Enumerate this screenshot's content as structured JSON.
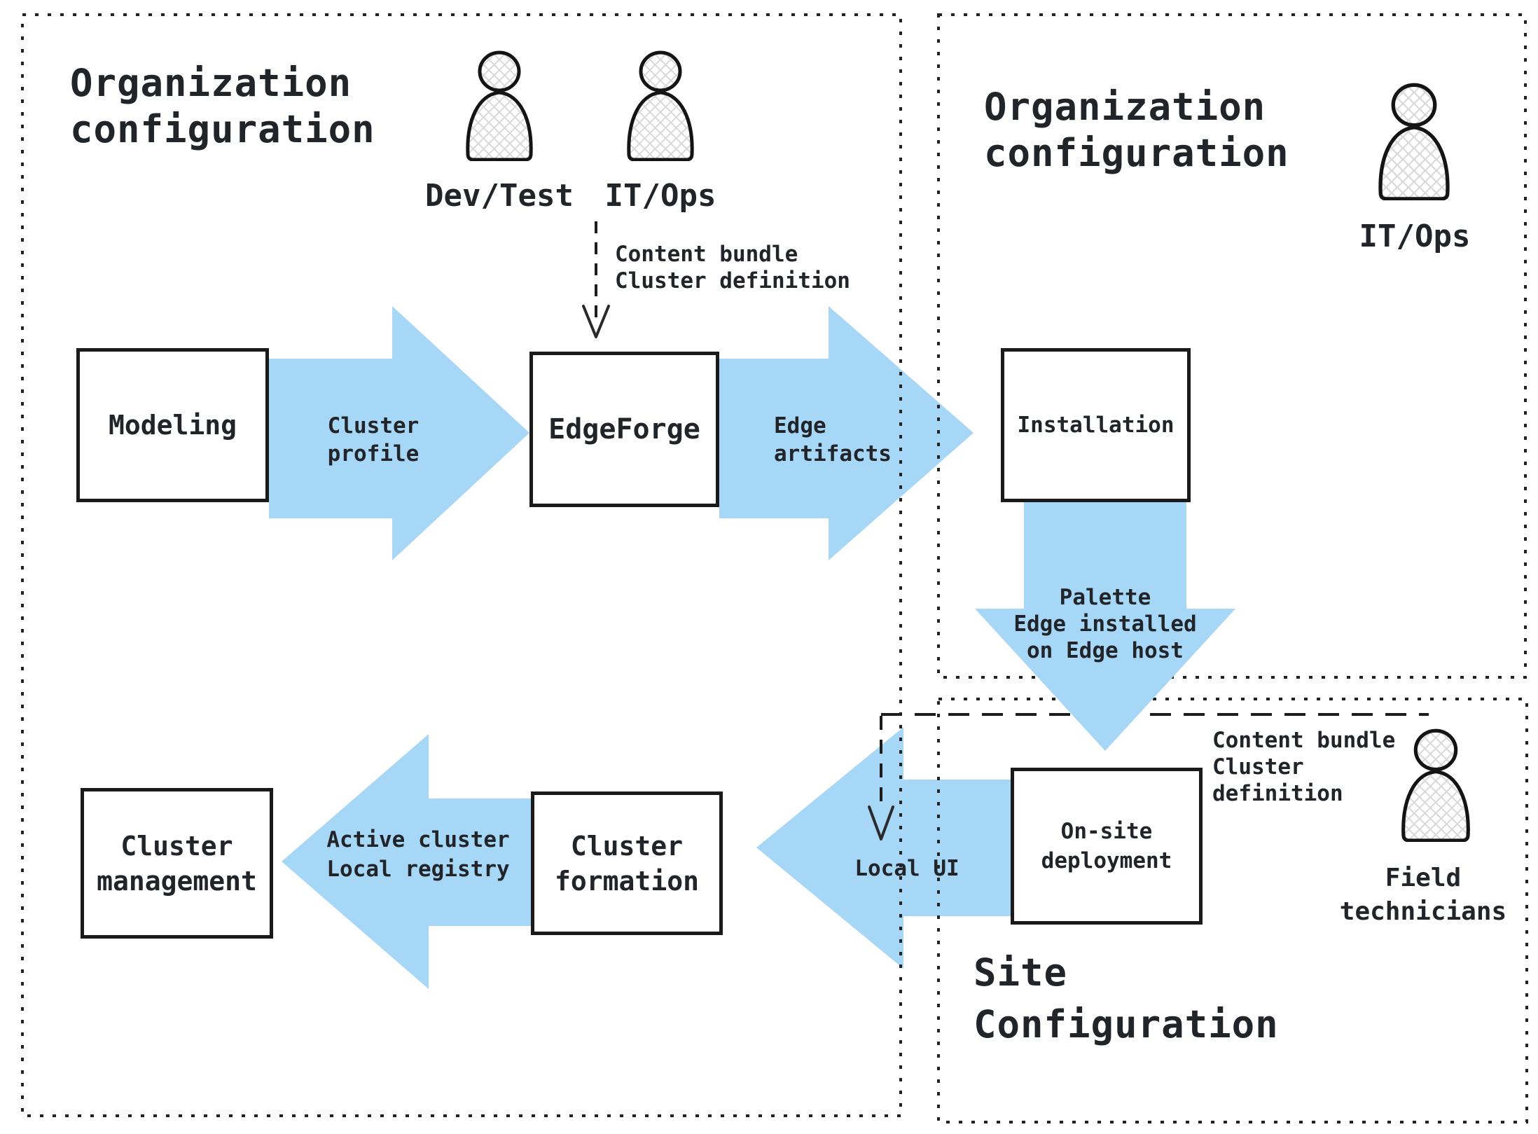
{
  "panels": {
    "org_left": {
      "title": "Organization\nconfiguration"
    },
    "org_right": {
      "title": "Organization\nconfiguration"
    },
    "site": {
      "title": "Site\nConfiguration"
    }
  },
  "actors": {
    "dev_test": {
      "label": "Dev/Test",
      "icon": "person-icon"
    },
    "it_ops_left": {
      "label": "IT/Ops",
      "icon": "person-icon"
    },
    "it_ops_right": {
      "label": "IT/Ops",
      "icon": "person-icon"
    },
    "field_technicians": {
      "label": "Field\ntechnicians",
      "icon": "person-icon"
    }
  },
  "nodes": {
    "modeling": {
      "label": "Modeling"
    },
    "edgeforge": {
      "label": "EdgeForge"
    },
    "installation": {
      "label": "Installation"
    },
    "on_site_deployment": {
      "label": "On-site\ndeployment"
    },
    "cluster_formation": {
      "label": "Cluster\nformation"
    },
    "cluster_management": {
      "label": "Cluster\nmanagement"
    }
  },
  "flows": {
    "cluster_profile": {
      "label": "Cluster\nprofile"
    },
    "edge_artifacts": {
      "label": "Edge\nartifacts"
    },
    "palette_edge": {
      "label": "Palette\nEdge installed\non Edge host"
    },
    "local_ui": {
      "label": "Local UI"
    },
    "active_cluster": {
      "label": "Active cluster\nLocal registry"
    }
  },
  "annotations": {
    "content_bundle_top": {
      "label": "Content bundle\nCluster definition"
    },
    "content_bundle_site": {
      "label": "Content bundle\nCluster\ndefinition"
    }
  },
  "colors": {
    "arrow_fill": "#a7d7f6",
    "ink": "#212529",
    "line": "#1c1c1c"
  }
}
